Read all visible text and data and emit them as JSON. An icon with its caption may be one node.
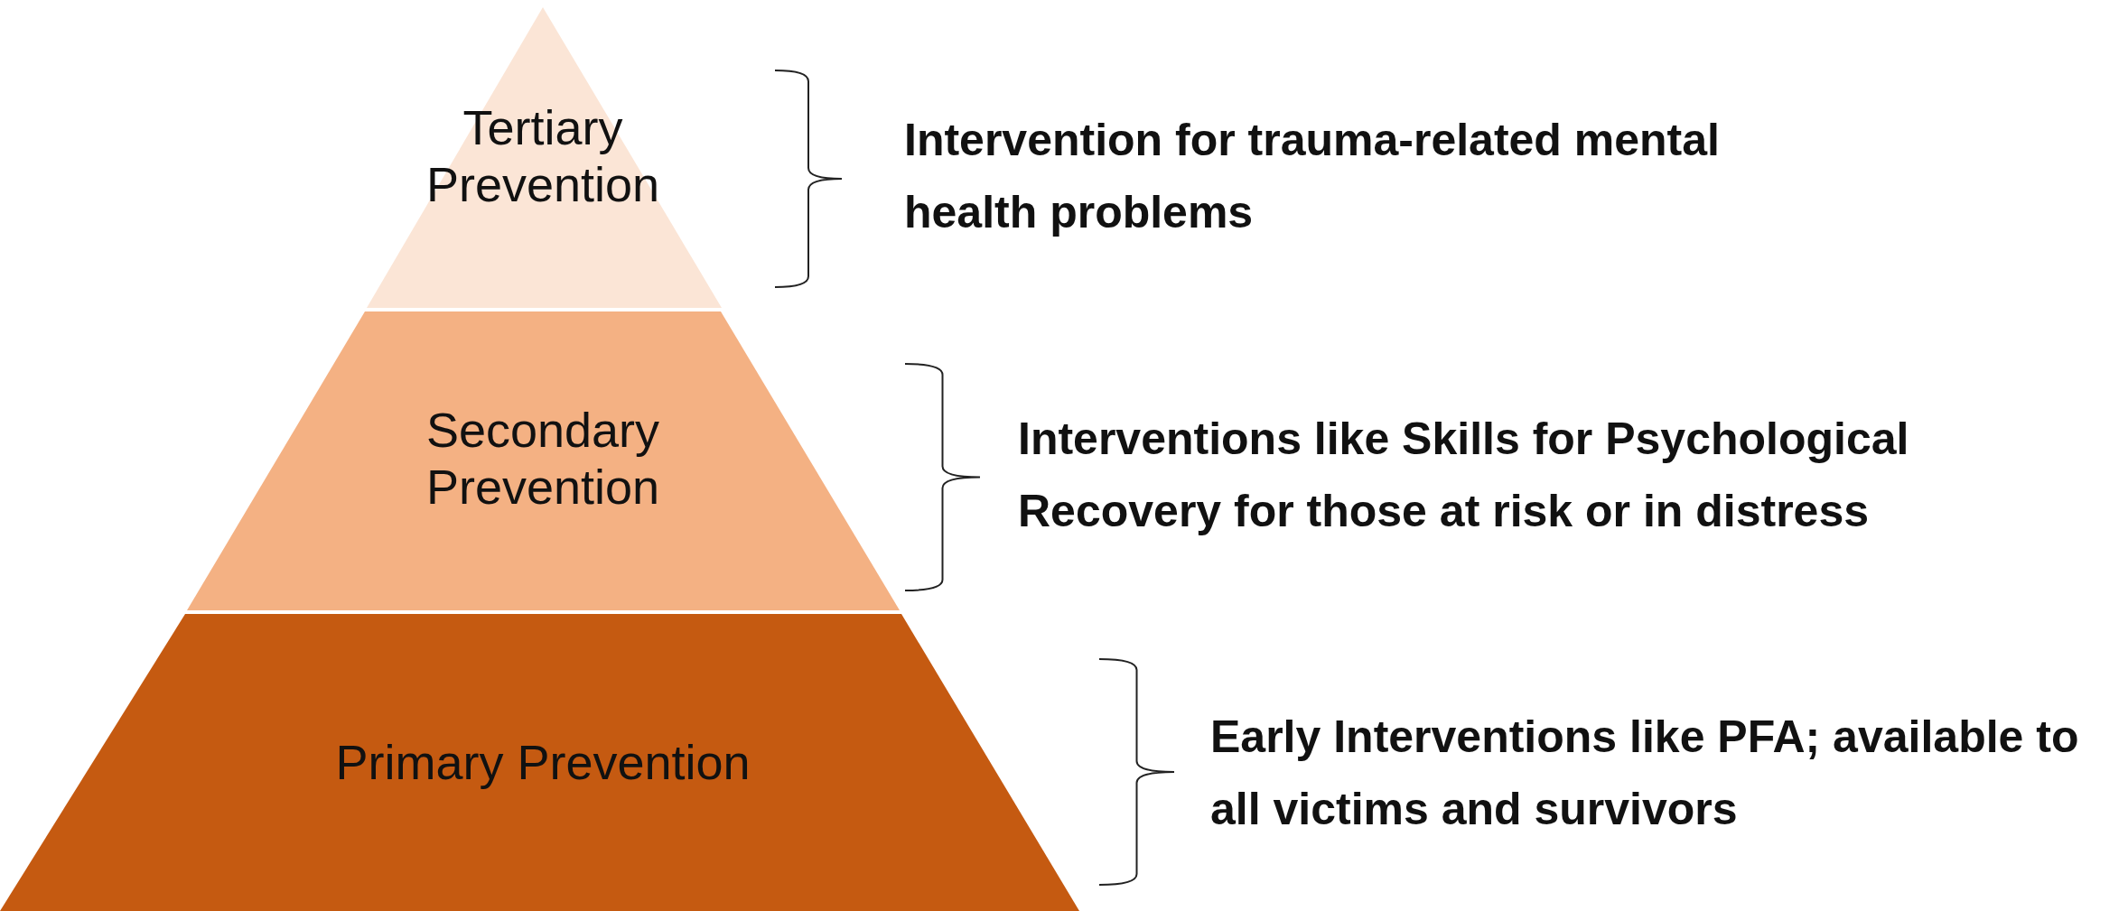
{
  "diagram": {
    "nodes": [
      {
        "text": [
          "Tertiary Prevention"
        ]
      },
      {
        "text": [
          "Secondary Prevention"
        ]
      },
      {
        "text": [
          "Primary Prevention"
        ]
      }
    ],
    "labels": [
      "Intervention for trauma-related mental health problems",
      "Interventions like Skills for Psychological Recovery for those at risk or in distress",
      "Early Interventions like PFA; available to all victims and survivors"
    ]
  }
}
